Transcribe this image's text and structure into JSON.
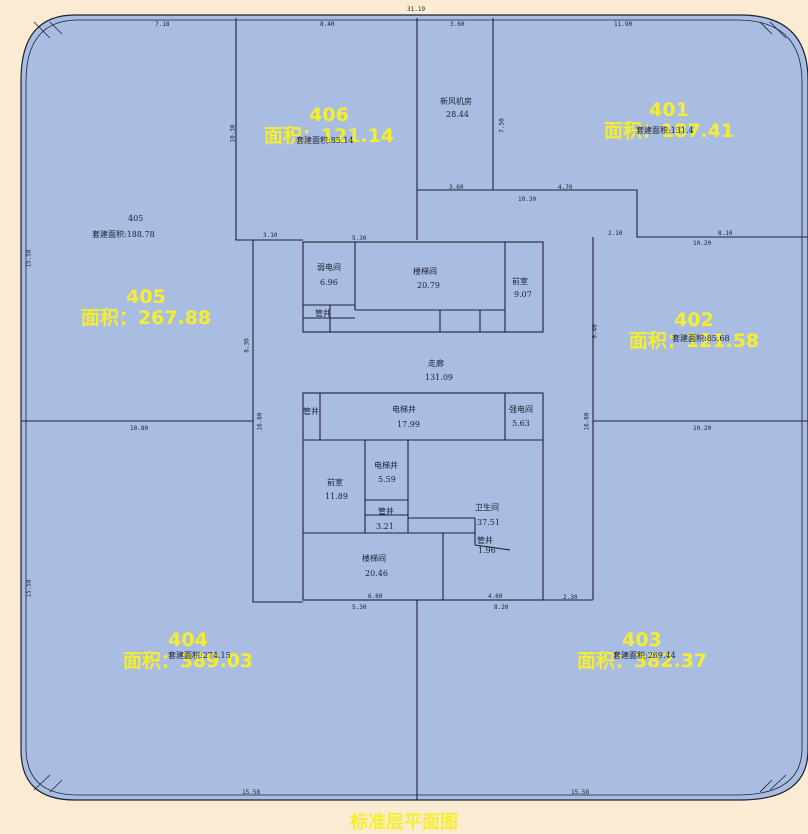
{
  "plan_title": "标准层平面图",
  "colors": {
    "background": "#fcebd3",
    "floor_fill": "#a9bde3",
    "lines": "#1d2233",
    "label": "#f5ee2f"
  },
  "units": [
    {
      "id": "401",
      "number": "401",
      "area_label": "面积：187.41"
    },
    {
      "id": "402",
      "number": "402",
      "area_label": "面积：121.58"
    },
    {
      "id": "403",
      "number": "403",
      "area_label": "面积：382.37"
    },
    {
      "id": "404",
      "number": "404",
      "area_label": "面积：389.03"
    },
    {
      "id": "405",
      "number": "405",
      "area_label": "面积：267.88"
    },
    {
      "id": "406",
      "number": "406",
      "area_label": "面积：121.14"
    }
  ],
  "core_rooms": {
    "fan_room": {
      "name": "新风机房",
      "area": "28.44"
    },
    "weak_elec": {
      "name": "弱电间",
      "area": "6.96"
    },
    "stair_top": {
      "name": "楼梯间",
      "area": "20.79"
    },
    "front_room": {
      "name": "前室",
      "area": "9.07"
    },
    "pipe_top": {
      "name": "管井"
    },
    "corridor": {
      "name": "走廊",
      "area": "131.09"
    },
    "elevator": {
      "name": "电梯井",
      "area": "17.99"
    },
    "strong_elec": {
      "name": "强电间",
      "area": "5.63"
    },
    "pipe_left": {
      "name": "管井"
    },
    "lobby": {
      "name": "前室",
      "area": "11.89"
    },
    "elevator_small": {
      "name": "电梯井",
      "area": "5.59"
    },
    "pipe_mid": {
      "name": "管井",
      "area": "3.21"
    },
    "toilet": {
      "name": "卫生间",
      "area": "37.51"
    },
    "pipe_right": {
      "name": "管井",
      "area": "1.96"
    },
    "stair_bottom": {
      "name": "楼梯间",
      "area": "20.46"
    }
  },
  "small_text": {
    "u405": "405",
    "u405_gross": "套建面积:188.78",
    "u404_gross": "套建面积:274.15",
    "u406_gross": "套建面积:85.14",
    "u401_gross": "套建面积:131.4",
    "u402_gross": "套建面积:85.68",
    "u403_gross": "套建面积:269.44"
  },
  "dimensions": {
    "top_total": "31.19",
    "top_a": "7.18",
    "top_b": "8.40",
    "top_c": "3.60",
    "top_d": "11.90",
    "r_3_60": "3.60",
    "r_10_30": "10.30",
    "r_4_70": "4.70",
    "r_2_10": "2.10",
    "r_8_10": "8.10",
    "r_10_20a": "10.20",
    "r_10_20b": "10.20",
    "l_10_80": "10.80",
    "l_5_30": "5.30",
    "l_3_10": "3.10",
    "b_5_30": "5.30",
    "b_6_60": "6.60",
    "b_8_20": "8.20",
    "b_4_60": "4.60",
    "b_2_30": "2.30",
    "bot_15_58a": "15.58",
    "bot_15_58b": "15.58",
    "v_15_58": "15.58",
    "v_16_60a": "16.60",
    "v_16_60b": "16.60",
    "v_10_30": "10.30",
    "v_9_40": "9.40",
    "v_8_30": "8.30",
    "v_7_50": "7.50",
    "v_15_50": "15.58"
  }
}
